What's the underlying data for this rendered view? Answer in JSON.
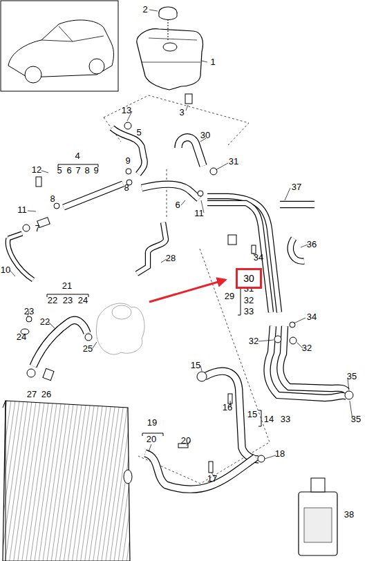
{
  "diagram": {
    "nodes": [
      {
        "text": [
          "30"
        ]
      }
    ],
    "edges": [],
    "labels": [
      "2",
      "1",
      "3",
      "13",
      "5",
      "30",
      "4",
      "5",
      "6",
      "7",
      "8",
      "9",
      "31",
      "12",
      "9",
      "8",
      "6",
      "37",
      "11",
      "7",
      "8",
      "11",
      "36",
      "10",
      "28",
      "34",
      "21",
      "22",
      "23",
      "24",
      "29",
      "31",
      "32",
      "33",
      "23",
      "22",
      "34",
      "24",
      "25",
      "32",
      "32",
      "27",
      "26",
      "15",
      "35",
      "16",
      "15",
      "14",
      "33",
      "35",
      "19",
      "20",
      "20",
      "18",
      "17",
      "38"
    ]
  }
}
